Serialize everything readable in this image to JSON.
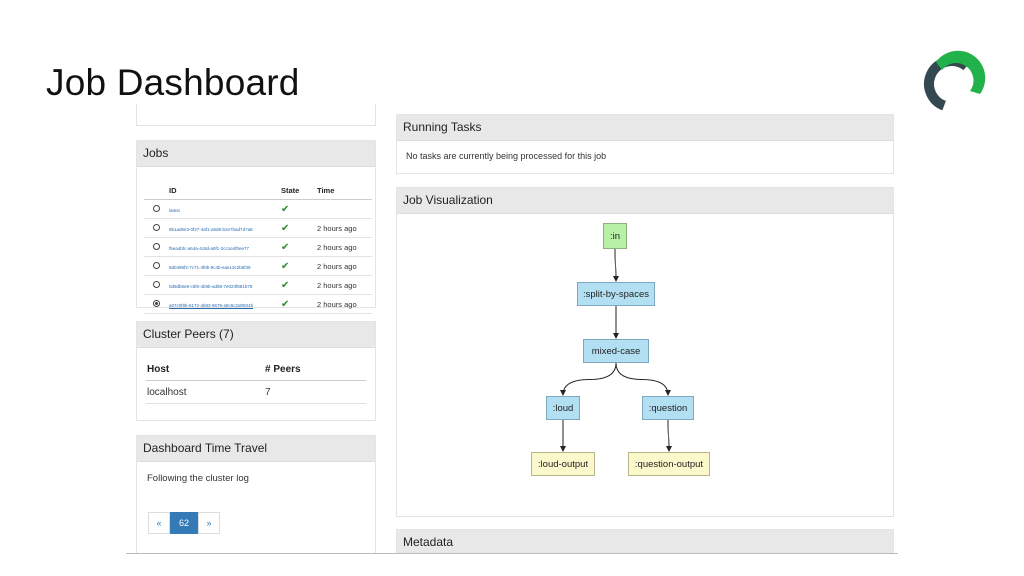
{
  "slide": {
    "title": "Job Dashboard"
  },
  "running_tasks": {
    "title": "Running Tasks",
    "message": "No tasks are currently being processed for this job"
  },
  "jobs": {
    "title": "Jobs",
    "columns": [
      "ID",
      "State",
      "Time"
    ],
    "rows": [
      {
        "id": "latest",
        "state": "✔",
        "time": "",
        "selected": false
      },
      {
        "id": "9b1ad6e3-0f27-4af1-a5d8-b2e7bad7d7a8",
        "state": "✔",
        "time": "2 hours ago",
        "selected": false
      },
      {
        "id": "f5ea4bfc-a64a-4c9d-a9f1-2cc1e4f0ee77",
        "state": "✔",
        "time": "2 hours ago",
        "selected": false
      },
      {
        "id": "8d0489f2-7c71-4f0b-9c4b-eae13c2b6f39",
        "state": "✔",
        "time": "2 hours ago",
        "selected": false
      },
      {
        "id": "0d9db6e8-c5f6-4b9b-ad88-7e023f881b78",
        "state": "✔",
        "time": "2 hours ago",
        "selected": false
      },
      {
        "id": "a07c0f8b-6172-4b83-9679-a8c6c2d0934b",
        "state": "✔",
        "time": "2 hours ago",
        "selected": true
      }
    ]
  },
  "peers": {
    "title": "Cluster Peers (7)",
    "columns": [
      "Host",
      "# Peers"
    ],
    "rows": [
      {
        "host": "localhost",
        "peers": "7"
      }
    ]
  },
  "time_travel": {
    "title": "Dashboard Time Travel",
    "message": "Following the cluster log",
    "pager": {
      "prev": "«",
      "current": "62",
      "next": "»"
    }
  },
  "visualization": {
    "title": "Job Visualization",
    "nodes": [
      {
        "key": "in",
        "label": ":in",
        "kind": "in"
      },
      {
        "key": "split",
        "label": ":split-by-spaces",
        "kind": "mid"
      },
      {
        "key": "mixed",
        "label": "mixed-case",
        "kind": "mid"
      },
      {
        "key": "loud",
        "label": ":loud",
        "kind": "mid"
      },
      {
        "key": "question",
        "label": ":question",
        "kind": "mid"
      },
      {
        "key": "loud_out",
        "label": ":loud-output",
        "kind": "out"
      },
      {
        "key": "question_out",
        "label": ":question-output",
        "kind": "out"
      }
    ],
    "edges": [
      [
        "in",
        "split"
      ],
      [
        "split",
        "mixed"
      ],
      [
        "mixed",
        "loud"
      ],
      [
        "mixed",
        "question"
      ],
      [
        "loud",
        "loud_out"
      ],
      [
        "question",
        "question_out"
      ]
    ]
  },
  "metadata": {
    "title": "Metadata"
  },
  "colors": {
    "logo_green": "#22b24c",
    "logo_dark": "#33484f",
    "pager_active": "#337ab7",
    "check": "#2e8b2e"
  }
}
